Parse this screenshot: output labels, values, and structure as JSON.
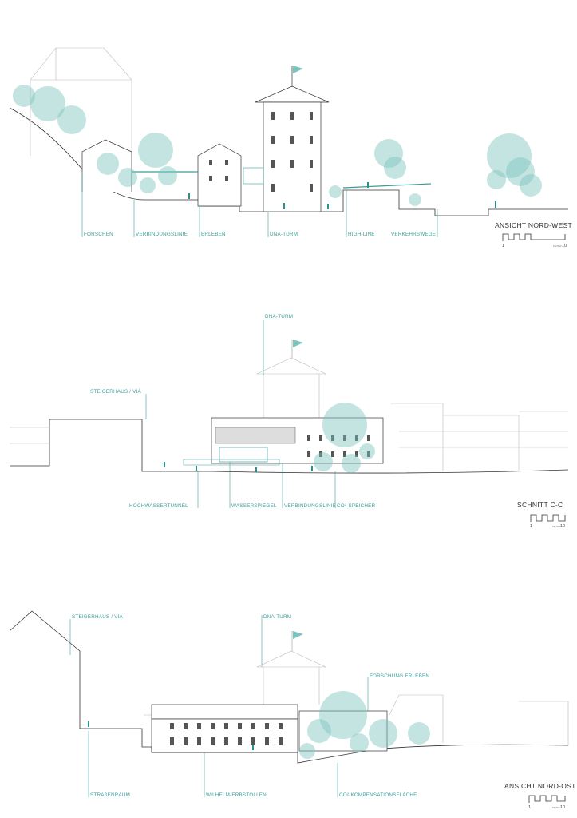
{
  "sections": [
    {
      "title": "ANSICHT NORD-WEST",
      "labels": [
        "FORSCHEN",
        "VERBINDUNGSLINIE",
        "ERLEBEN",
        "DNA-TURM",
        "HIGH-LINE",
        "VERKEHRSWEGE"
      ]
    },
    {
      "title": "SCHNITT C-C",
      "top_labels": [
        "DNA-TURM",
        "STEIGERHAUS / VIA"
      ],
      "labels": [
        "HOCHWASSERTUNNEL",
        "WASSERSPIEGEL",
        "VERBINDUNGSLINIE",
        "CO²-SPEICHER"
      ]
    },
    {
      "title": "ANSICHT NORD-OST",
      "top_labels": [
        "STEIGERHAUS / VIA",
        "DNA-TURM",
        "FORSCHUNG ERLEBEN"
      ],
      "labels": [
        "STRAßENRAUM",
        "WILHELM-ERBSTOLLEN",
        "CO²-KOMPENSATIONSFLÄCHE"
      ]
    }
  ],
  "scale": {
    "start": "1",
    "unit": "METER",
    "end": "10"
  },
  "colors": {
    "accent": "#3a9e9a",
    "tree": "#7cc4be",
    "line": "#333333"
  }
}
